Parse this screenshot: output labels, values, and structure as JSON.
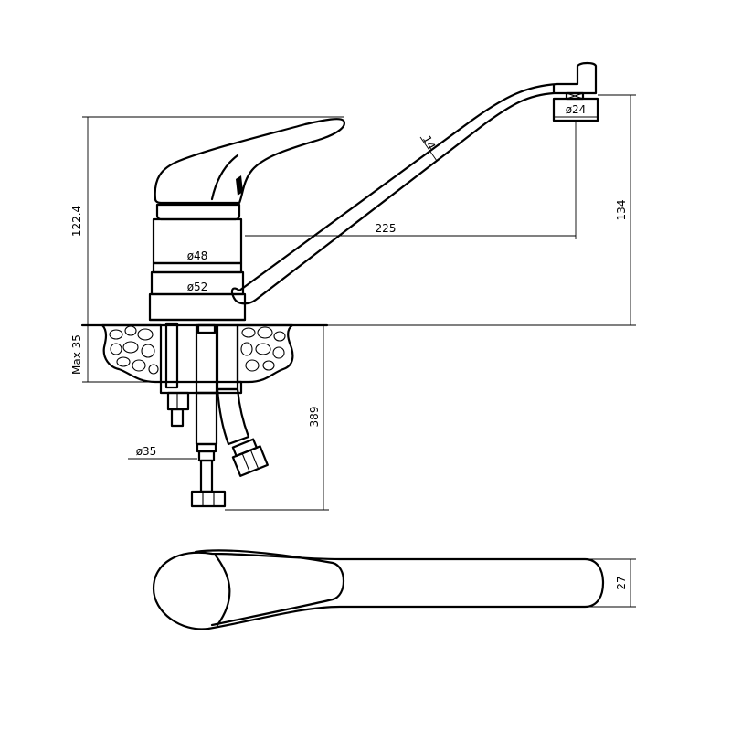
{
  "dimensions": {
    "height_body": "122.4",
    "spout_diameter": "ø24",
    "spout_thickness": "14",
    "spout_reach": "225",
    "spout_height": "134",
    "ring_upper": "ø48",
    "ring_lower": "ø52",
    "max_deck": "Max 35",
    "hose_length": "389",
    "hole_diameter": "ø35",
    "handle_width": "27"
  }
}
